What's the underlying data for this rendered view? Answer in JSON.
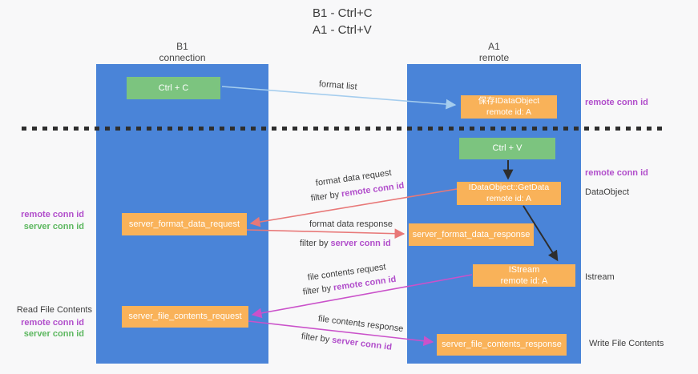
{
  "title": {
    "line1": "B1 - Ctrl+C",
    "line2": "A1 - Ctrl+V"
  },
  "lanes": {
    "left": {
      "title": "B1",
      "subtitle": "connection"
    },
    "right": {
      "title": "A1",
      "subtitle": "remote"
    }
  },
  "nodes": {
    "ctrl_c": {
      "label": "Ctrl + C"
    },
    "save_idataobject": {
      "line1": "保存IDataObject",
      "line2": "remote id: A"
    },
    "ctrl_v": {
      "label": "Ctrl + V"
    },
    "getdata": {
      "line1": "IDataObject::GetData",
      "line2": "remote id: A"
    },
    "server_format_data_request": {
      "label": "server_format_data_request"
    },
    "server_format_data_response": {
      "label": "server_format_data_response"
    },
    "istream": {
      "line1": "IStream",
      "line2": "remote id: A"
    },
    "server_file_contents_request": {
      "label": "server_file_contents_request"
    },
    "server_file_contents_response": {
      "label": "server_file_contents_response"
    }
  },
  "annotations": {
    "right": {
      "remote_conn_id_top": "remote conn id",
      "remote_conn_id_mid": "remote conn id",
      "dataobject": "DataObject",
      "istream": "Istream",
      "write_file_contents": "Write File Contents"
    },
    "left": {
      "remote_conn_id_1": "remote conn id",
      "server_conn_id_1": "server conn id",
      "read_file_contents": "Read File Contents",
      "remote_conn_id_2": "remote conn id",
      "server_conn_id_2": "server conn id"
    }
  },
  "arrow_labels": {
    "format_list": "format list",
    "format_data_request": "format data request",
    "format_data_response": "format data response",
    "file_contents_request": "file contents request",
    "file_contents_response": "file contents response",
    "filter_by": "filter by ",
    "remote_conn_id": "remote conn id",
    "server_conn_id": "server conn id"
  },
  "colors": {
    "lane_blue": "#4a84d8",
    "box_orange": "#f9b259",
    "box_green": "#7cc47f",
    "label_purple": "#b14ecb",
    "label_green": "#5cb75f",
    "arrow_blue": "#a5cdee",
    "arrow_red": "#e87878",
    "arrow_magenta": "#ca52ca",
    "arrow_black": "#2d2d2d",
    "background": "#f8f8f9"
  }
}
